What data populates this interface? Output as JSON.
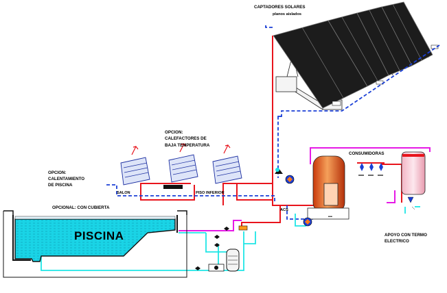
{
  "labels": {
    "solar_collectors_line1": "CAPTADORES SOLARES",
    "solar_collectors_line2": "planos aislados",
    "option_heaters_line1": "OPCION:",
    "option_heaters_line2": "CALEFACTORES DE",
    "option_heaters_line3": "BAJA TEMPERATURA",
    "option_pool_line1": "OPCION:",
    "option_pool_line2": "CALENTAMIENTO",
    "option_pool_line3": "DE PISCINA",
    "room_salon": "SALON",
    "room_piso_inferior": "PISO INFERIOR",
    "optional_cover": "OPCIONAL: CON CUBIERTA",
    "pool_name": "PISCINA",
    "consumption": "CONSUMIDORAS",
    "backup_line1": "APOYO CON TERMO",
    "backup_line2": "ELECTRICO",
    "small_tag": "ACS"
  },
  "colors": {
    "hot_pipe": "#e8141c",
    "cold_pipe": "#1a3fd6",
    "pool_pipe": "#1ee6e6",
    "return_pipe": "#e619e6",
    "panel": "#1c1c1c",
    "tank": "#e8571c",
    "water": "#00d8e8"
  }
}
